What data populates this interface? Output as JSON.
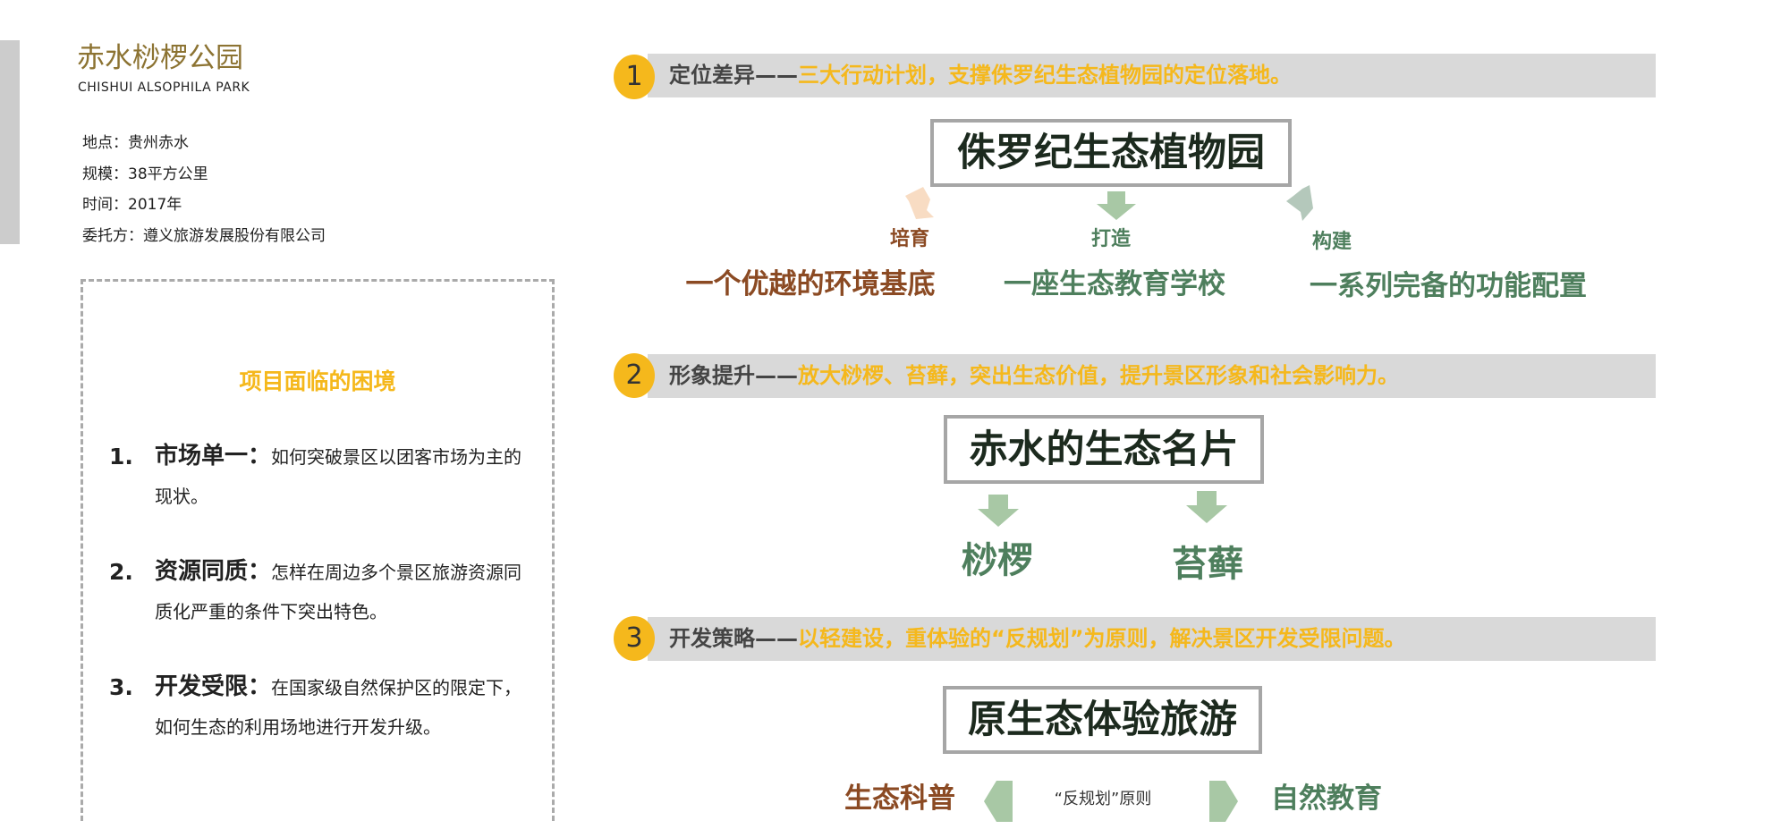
{
  "header": {
    "title": "赤水桫椤公园",
    "subtitle": "CHISHUI ALSOPHILA PARK"
  },
  "info": [
    "地点：贵州赤水",
    "规模：38平方公里",
    "时间：2017年",
    "委托方：遵义旅游发展股份有限公司"
  ],
  "challenges": {
    "title": "项目面临的困境",
    "items": [
      {
        "num": "1.",
        "label": "市场单一：",
        "text": "如何突破景区以团客市场为主的现状。"
      },
      {
        "num": "2.",
        "label": "资源同质：",
        "text": "怎样在周边多个景区旅游资源同质化严重的条件下突出特色。"
      },
      {
        "num": "3.",
        "label": "开发受限：",
        "text": "在国家级自然保护区的限定下，如何生态的利用场地进行开发升级。"
      }
    ]
  },
  "sections": [
    {
      "num": "1",
      "key": "定位差异——",
      "desc": "三大行动计划，支撑侏罗纪生态植物园的定位落地。",
      "box": "侏罗纪生态植物园",
      "branches": [
        {
          "verb": "培育",
          "target": "一个优越的环境基底"
        },
        {
          "verb": "打造",
          "target": "一座生态教育学校"
        },
        {
          "verb": "构建",
          "target": "一系列完备的功能配置"
        }
      ]
    },
    {
      "num": "2",
      "key": "形象提升——",
      "desc": "放大桫椤、苔藓，突出生态价值，提升景区形象和社会影响力。",
      "box": "赤水的生态名片",
      "branches": [
        {
          "target": "桫椤"
        },
        {
          "target": "苔藓"
        }
      ]
    },
    {
      "num": "3",
      "key": "开发策略——",
      "desc": "以轻建设，重体验的“反规划”为原则，解决景区开发受限问题。",
      "box": "原生态体验旅游",
      "left": "生态科普",
      "middle": "“反规划”原则",
      "right": "自然教育"
    }
  ],
  "colors": {
    "accent": "#f5b81c",
    "brown": "#8b4a23",
    "green": "#4e7f5d",
    "gold": "#8c7332"
  }
}
